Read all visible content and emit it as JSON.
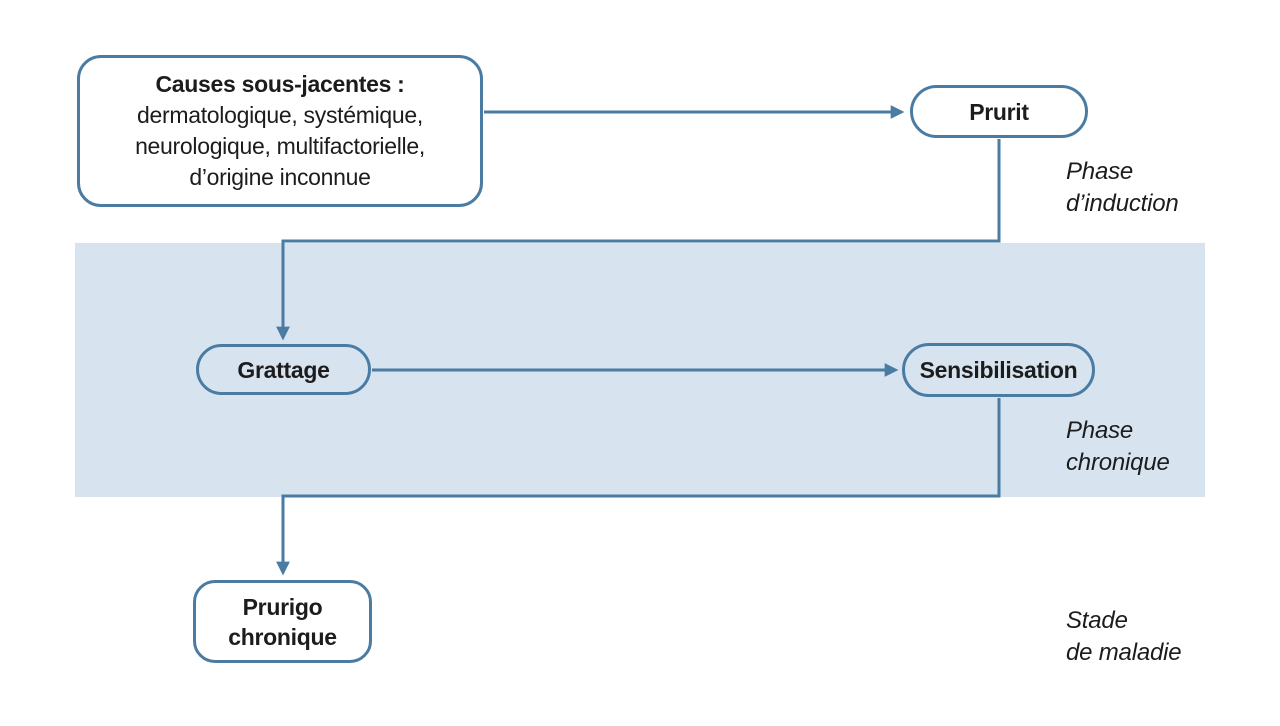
{
  "diagram": {
    "language": "fr",
    "nodes": {
      "causes": {
        "title": "Causes sous-jacentes :",
        "body": "dermatologique, systémique,\nneurologique, multifactorielle,\nd’origine inconnue"
      },
      "prurit": {
        "label": "Prurit"
      },
      "grattage": {
        "label": "Grattage"
      },
      "sensibilisation": {
        "label": "Sensibilisation"
      },
      "prurigo": {
        "label": "Prurigo\nchronique"
      }
    },
    "phase_labels": {
      "induction": "Phase\nd’induction",
      "chronique": "Phase\nchronique",
      "stade": "Stade\nde maladie"
    },
    "edges": [
      {
        "from": "causes",
        "to": "prurit"
      },
      {
        "from": "prurit",
        "to": "grattage"
      },
      {
        "from": "grattage",
        "to": "sensibilisation"
      },
      {
        "from": "sensibilisation",
        "to": "prurigo"
      }
    ]
  },
  "colors": {
    "accent": "#4a7ca3",
    "band": "#d7e4f0",
    "text": "#1c1c1c"
  }
}
